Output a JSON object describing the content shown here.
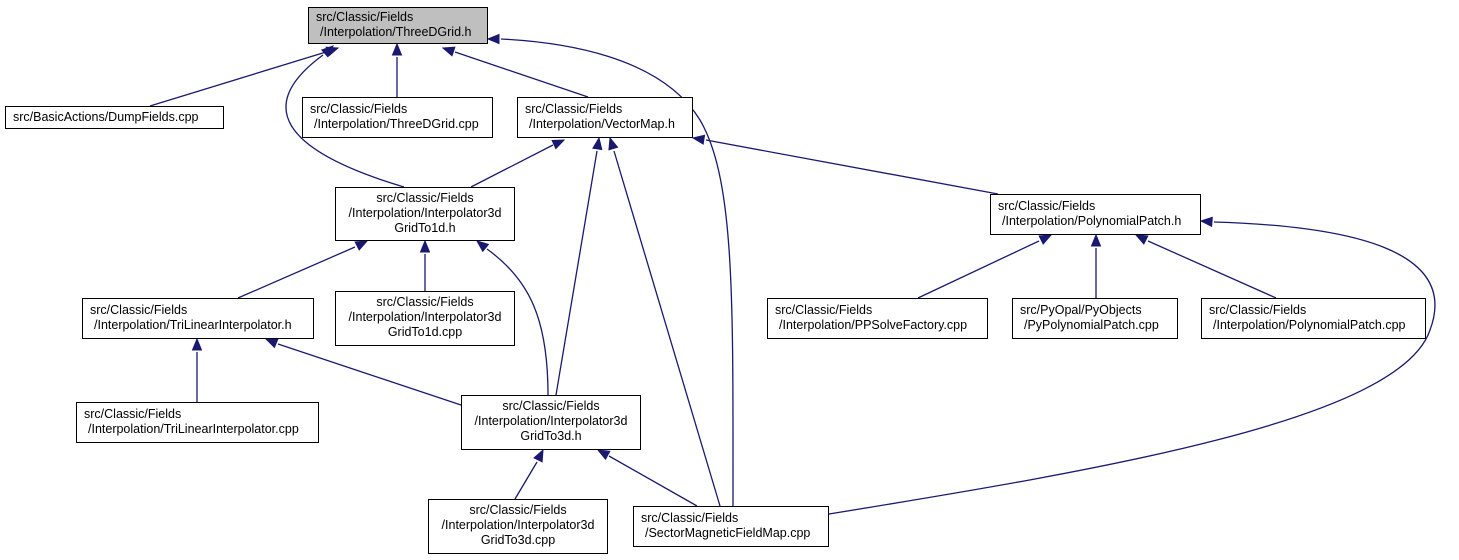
{
  "colors": {
    "edge": "#191970",
    "focus_fill": "#bfbfbf",
    "node_fill": "#ffffff",
    "border": "#000000"
  },
  "nodes": [
    {
      "id": "threedgrid_h",
      "lines": [
        "src/Classic/Fields",
        "/Interpolation/ThreeDGrid.h"
      ],
      "focus": true
    },
    {
      "id": "dumpfields_cpp",
      "lines": [
        "src/BasicActions/DumpFields.cpp"
      ]
    },
    {
      "id": "threedgrid_cpp",
      "lines": [
        "src/Classic/Fields",
        "/Interpolation/ThreeDGrid.cpp"
      ]
    },
    {
      "id": "vectormap_h",
      "lines": [
        "src/Classic/Fields",
        "/Interpolation/VectorMap.h"
      ]
    },
    {
      "id": "interp3d1d_h",
      "lines": [
        "src/Classic/Fields",
        "/Interpolation/Interpolator3d",
        "GridTo1d.h"
      ]
    },
    {
      "id": "polypatch_h",
      "lines": [
        "src/Classic/Fields",
        "/Interpolation/PolynomialPatch.h"
      ]
    },
    {
      "id": "trilinear_h",
      "lines": [
        "src/Classic/Fields",
        "/Interpolation/TriLinearInterpolator.h"
      ]
    },
    {
      "id": "interp3d1d_cpp",
      "lines": [
        "src/Classic/Fields",
        "/Interpolation/Interpolator3d",
        "GridTo1d.cpp"
      ]
    },
    {
      "id": "ppsolve_cpp",
      "lines": [
        "src/Classic/Fields",
        "/Interpolation/PPSolveFactory.cpp"
      ]
    },
    {
      "id": "pypolypatch_cpp",
      "lines": [
        "src/PyOpal/PyObjects",
        "/PyPolynomialPatch.cpp"
      ]
    },
    {
      "id": "polypatch_cpp",
      "lines": [
        "src/Classic/Fields",
        "/Interpolation/PolynomialPatch.cpp"
      ]
    },
    {
      "id": "trilinear_cpp",
      "lines": [
        "src/Classic/Fields",
        "/Interpolation/TriLinearInterpolator.cpp"
      ]
    },
    {
      "id": "interp3d3d_h",
      "lines": [
        "src/Classic/Fields",
        "/Interpolation/Interpolator3d",
        "GridTo3d.h"
      ]
    },
    {
      "id": "interp3d3d_cpp",
      "lines": [
        "src/Classic/Fields",
        "/Interpolation/Interpolator3d",
        "GridTo3d.cpp"
      ]
    },
    {
      "id": "sectormag_cpp",
      "lines": [
        "src/Classic/Fields",
        "/SectorMagneticFieldMap.cpp"
      ]
    }
  ],
  "edges": [
    {
      "from": "dumpfields_cpp",
      "to": "threedgrid_h"
    },
    {
      "from": "threedgrid_cpp",
      "to": "threedgrid_h"
    },
    {
      "from": "vectormap_h",
      "to": "threedgrid_h"
    },
    {
      "from": "interp3d1d_h",
      "to": "threedgrid_h"
    },
    {
      "from": "sectormag_cpp",
      "to": "threedgrid_h"
    },
    {
      "from": "interp3d1d_h",
      "to": "vectormap_h"
    },
    {
      "from": "interp3d3d_h",
      "to": "vectormap_h"
    },
    {
      "from": "sectormag_cpp",
      "to": "vectormap_h"
    },
    {
      "from": "polypatch_h",
      "to": "vectormap_h"
    },
    {
      "from": "trilinear_h",
      "to": "interp3d1d_h"
    },
    {
      "from": "interp3d1d_cpp",
      "to": "interp3d1d_h"
    },
    {
      "from": "interp3d3d_h",
      "to": "interp3d1d_h"
    },
    {
      "from": "ppsolve_cpp",
      "to": "polypatch_h"
    },
    {
      "from": "pypolypatch_cpp",
      "to": "polypatch_h"
    },
    {
      "from": "polypatch_cpp",
      "to": "polypatch_h"
    },
    {
      "from": "sectormag_cpp",
      "to": "polypatch_h"
    },
    {
      "from": "trilinear_cpp",
      "to": "trilinear_h"
    },
    {
      "from": "interp3d3d_h",
      "to": "trilinear_h"
    },
    {
      "from": "interp3d3d_cpp",
      "to": "interp3d3d_h"
    },
    {
      "from": "sectormag_cpp",
      "to": "interp3d3d_h"
    }
  ]
}
